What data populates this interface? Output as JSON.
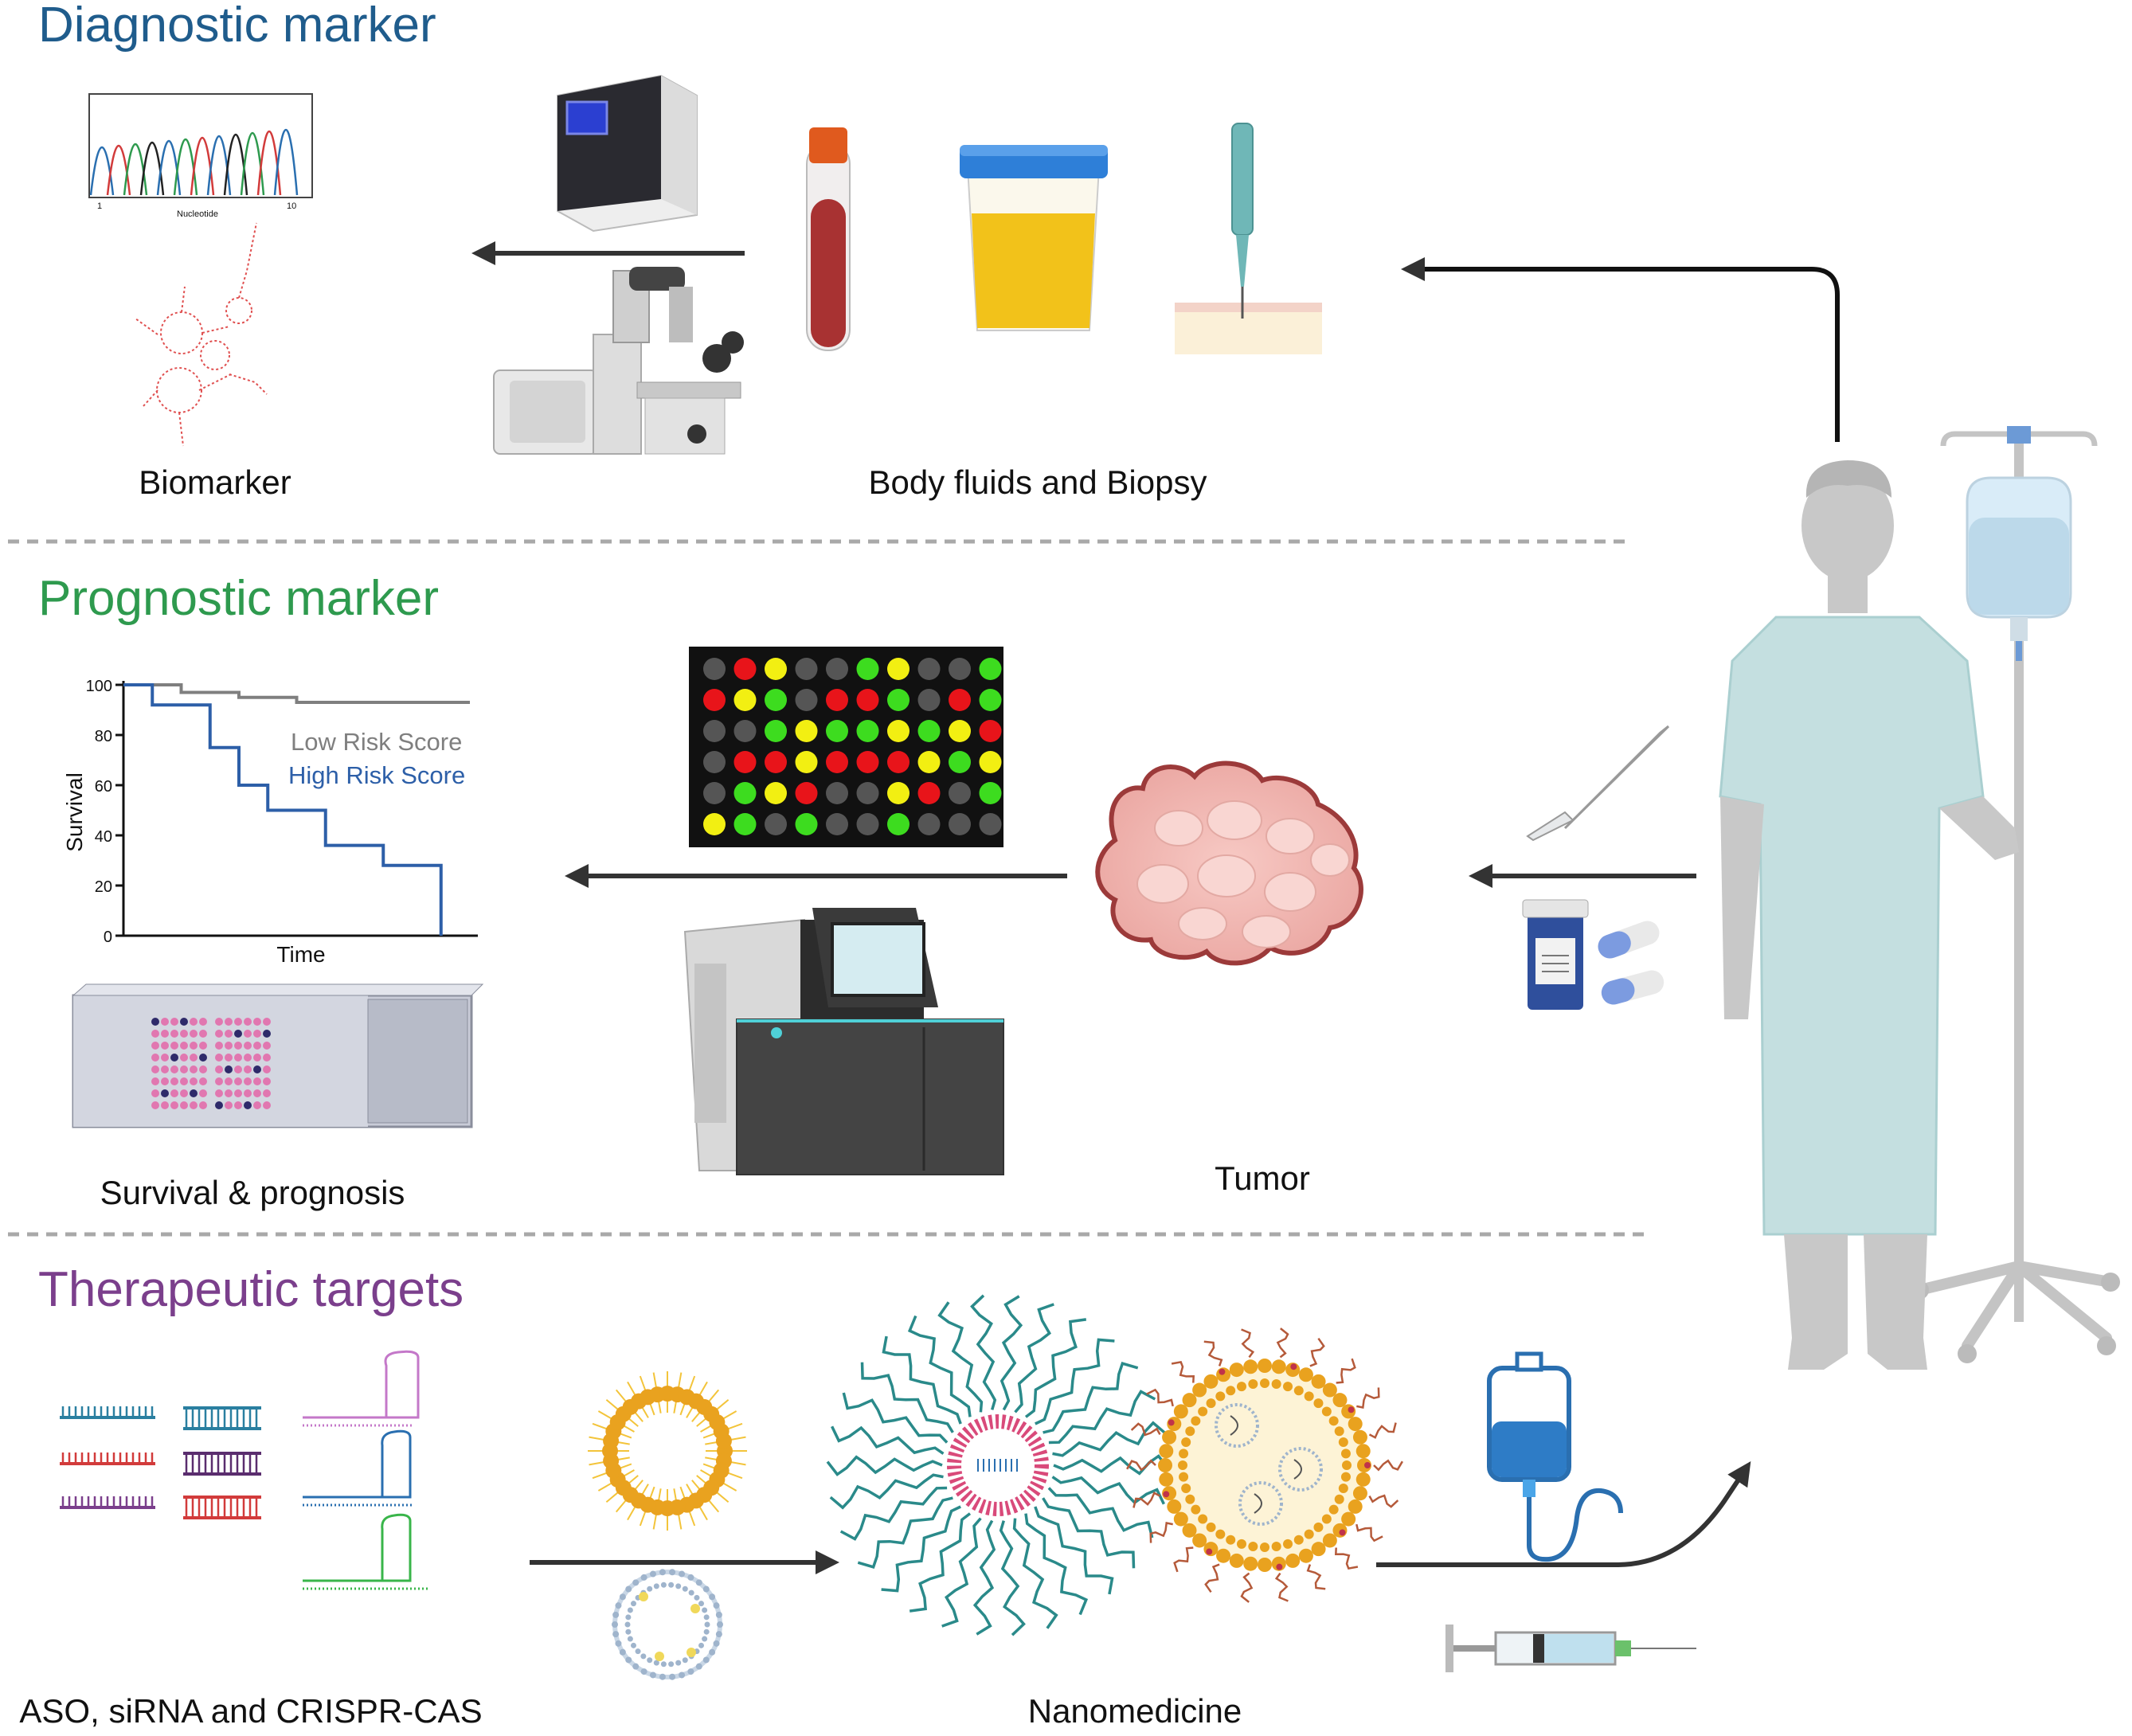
{
  "sections": {
    "diagnostic": {
      "title": "Diagnostic marker",
      "title_color": "#1f5c8c",
      "labels": {
        "biomarker": "Biomarker",
        "fluids": "Body fluids and Biopsy"
      },
      "chromatogram": {
        "x_start": "1",
        "x_end": "10",
        "x_label": "Nucleotide"
      }
    },
    "prognostic": {
      "title": "Prognostic marker",
      "title_color": "#2e9a4e",
      "labels": {
        "survival": "Survival & prognosis",
        "tumor": "Tumor"
      }
    },
    "therapeutic": {
      "title": "Therapeutic targets",
      "title_color": "#7b3f8c",
      "labels": {
        "aso": "ASO, siRNA and CRISPR-CAS",
        "nano": "Nanomedicine"
      }
    }
  },
  "chart_data": {
    "type": "line",
    "title": "",
    "xlabel": "Time",
    "ylabel": "Survival",
    "ylim": [
      0,
      100
    ],
    "yticks": [
      "100",
      "80",
      "60",
      "40",
      "20",
      "0"
    ],
    "x": [
      0,
      1,
      2,
      3,
      4,
      5,
      6,
      7,
      8,
      9,
      10,
      11,
      12
    ],
    "series": [
      {
        "name": "Low Risk Score",
        "color": "#7f7f7f",
        "values": [
          100,
          100,
          97,
          97,
          95,
          95,
          93,
          93,
          93,
          93,
          93,
          93,
          93
        ]
      },
      {
        "name": "High Risk Score",
        "color": "#2d5fa8",
        "values": [
          100,
          92,
          92,
          75,
          60,
          50,
          50,
          36,
          36,
          28,
          28,
          0,
          0
        ]
      }
    ]
  },
  "microarray": {
    "colors": {
      "r": "#e8141a",
      "y": "#f2ef12",
      "g": "#3ddc1f",
      "k": "#555555"
    },
    "rows": [
      "krykkgykkg",
      "rygkrrgkrg",
      "kkgyggygyr",
      "krryrrrygy",
      "kgyrkkyrkg",
      "ygkgkkgkkk"
    ]
  },
  "colors": {
    "arrow": "#333333",
    "divider": "#a9a9a9",
    "patient": "#c8c8c8",
    "gown": "#c4dfe0"
  }
}
